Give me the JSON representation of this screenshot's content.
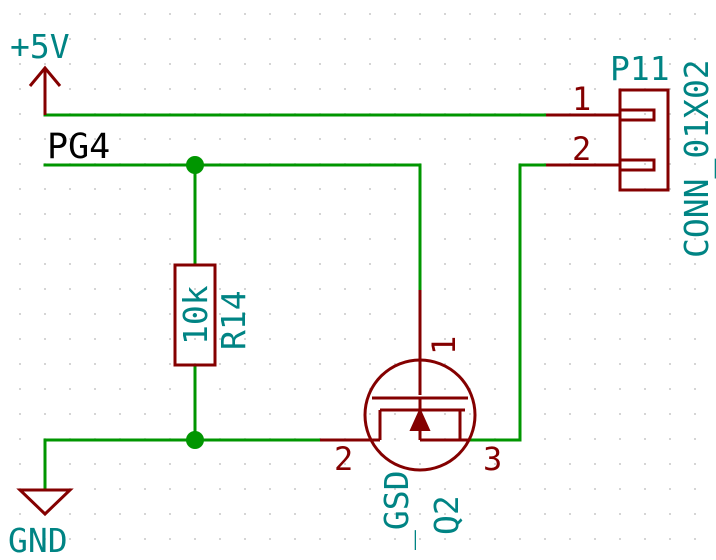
{
  "labels": {
    "power": "+5V",
    "net": "PG4",
    "ground": "GND"
  },
  "connector": {
    "reference": "P11",
    "value": "CONN_01X02",
    "pin1": "1",
    "pin2": "2"
  },
  "resistor": {
    "value": "10k",
    "reference": "R14"
  },
  "transistor": {
    "value": "_GSD",
    "reference": "Q2",
    "pin1": "1",
    "pin2": "2",
    "pin3": "3"
  },
  "colors": {
    "wire": "#009600",
    "symbol": "#840000",
    "field_text": "#008484",
    "net_label": "#000000",
    "grid_dot": "#c8c8c8",
    "background": "#ffffff"
  }
}
